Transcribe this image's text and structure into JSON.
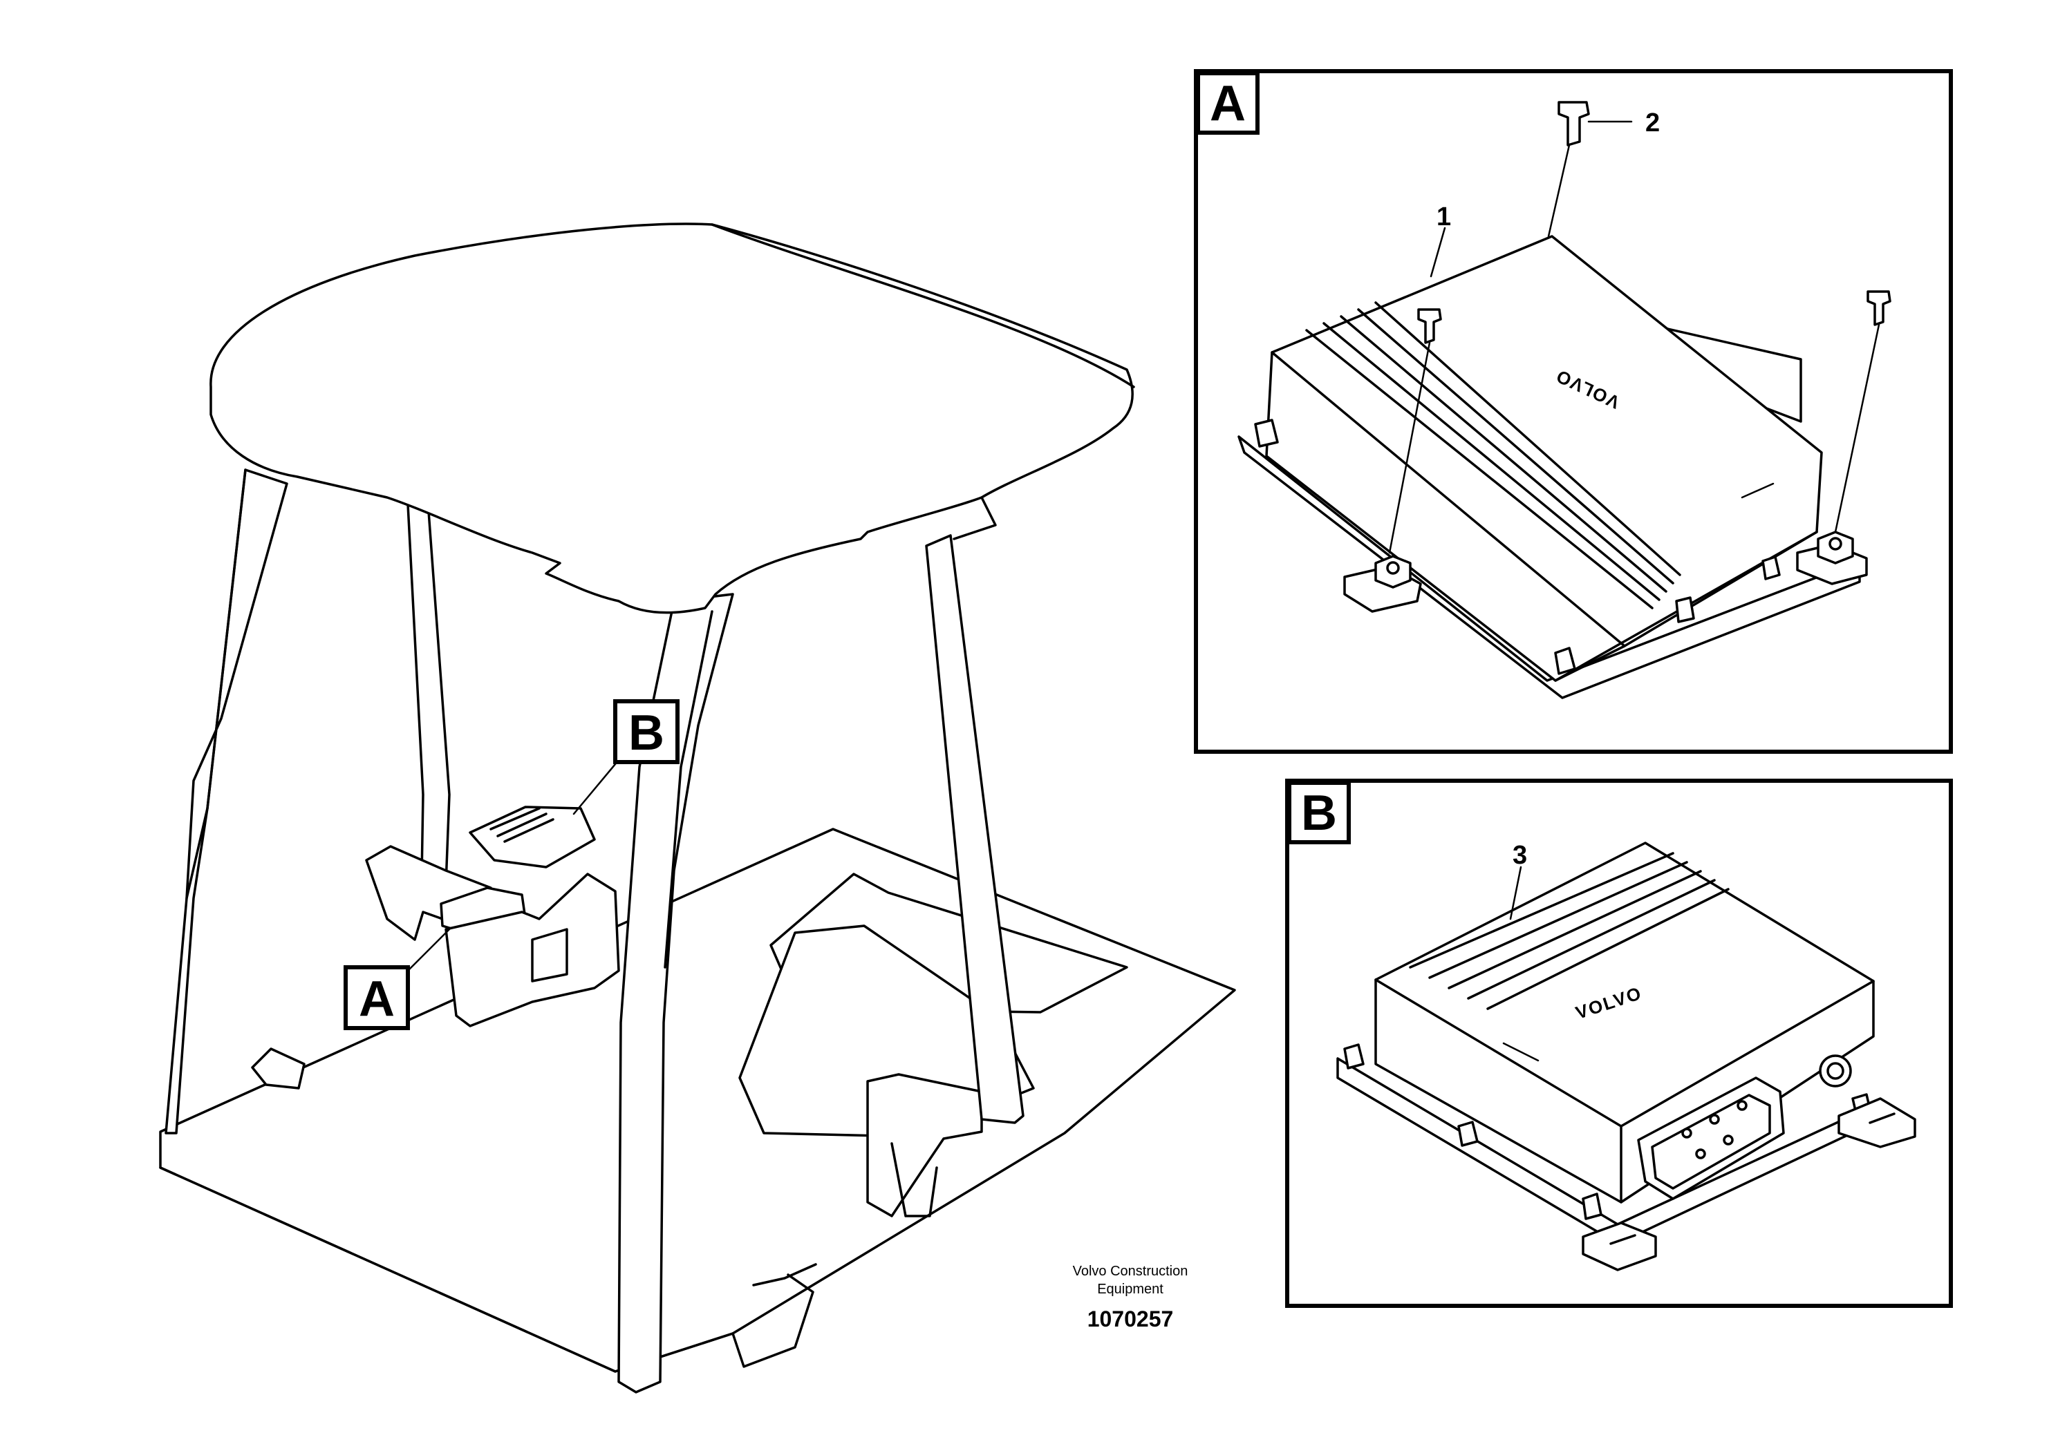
{
  "overview": {
    "tag_a": "A",
    "tag_b": "B"
  },
  "detail_a": {
    "tag": "A",
    "callouts": [
      "1",
      "2"
    ],
    "brand_text": "VOLVO"
  },
  "detail_b": {
    "tag": "B",
    "callouts": [
      "3"
    ],
    "brand_text": "VOLVO"
  },
  "footer": {
    "credit_line_1": "Volvo Construction",
    "credit_line_2": "Equipment",
    "drawing_number": "1070257"
  }
}
